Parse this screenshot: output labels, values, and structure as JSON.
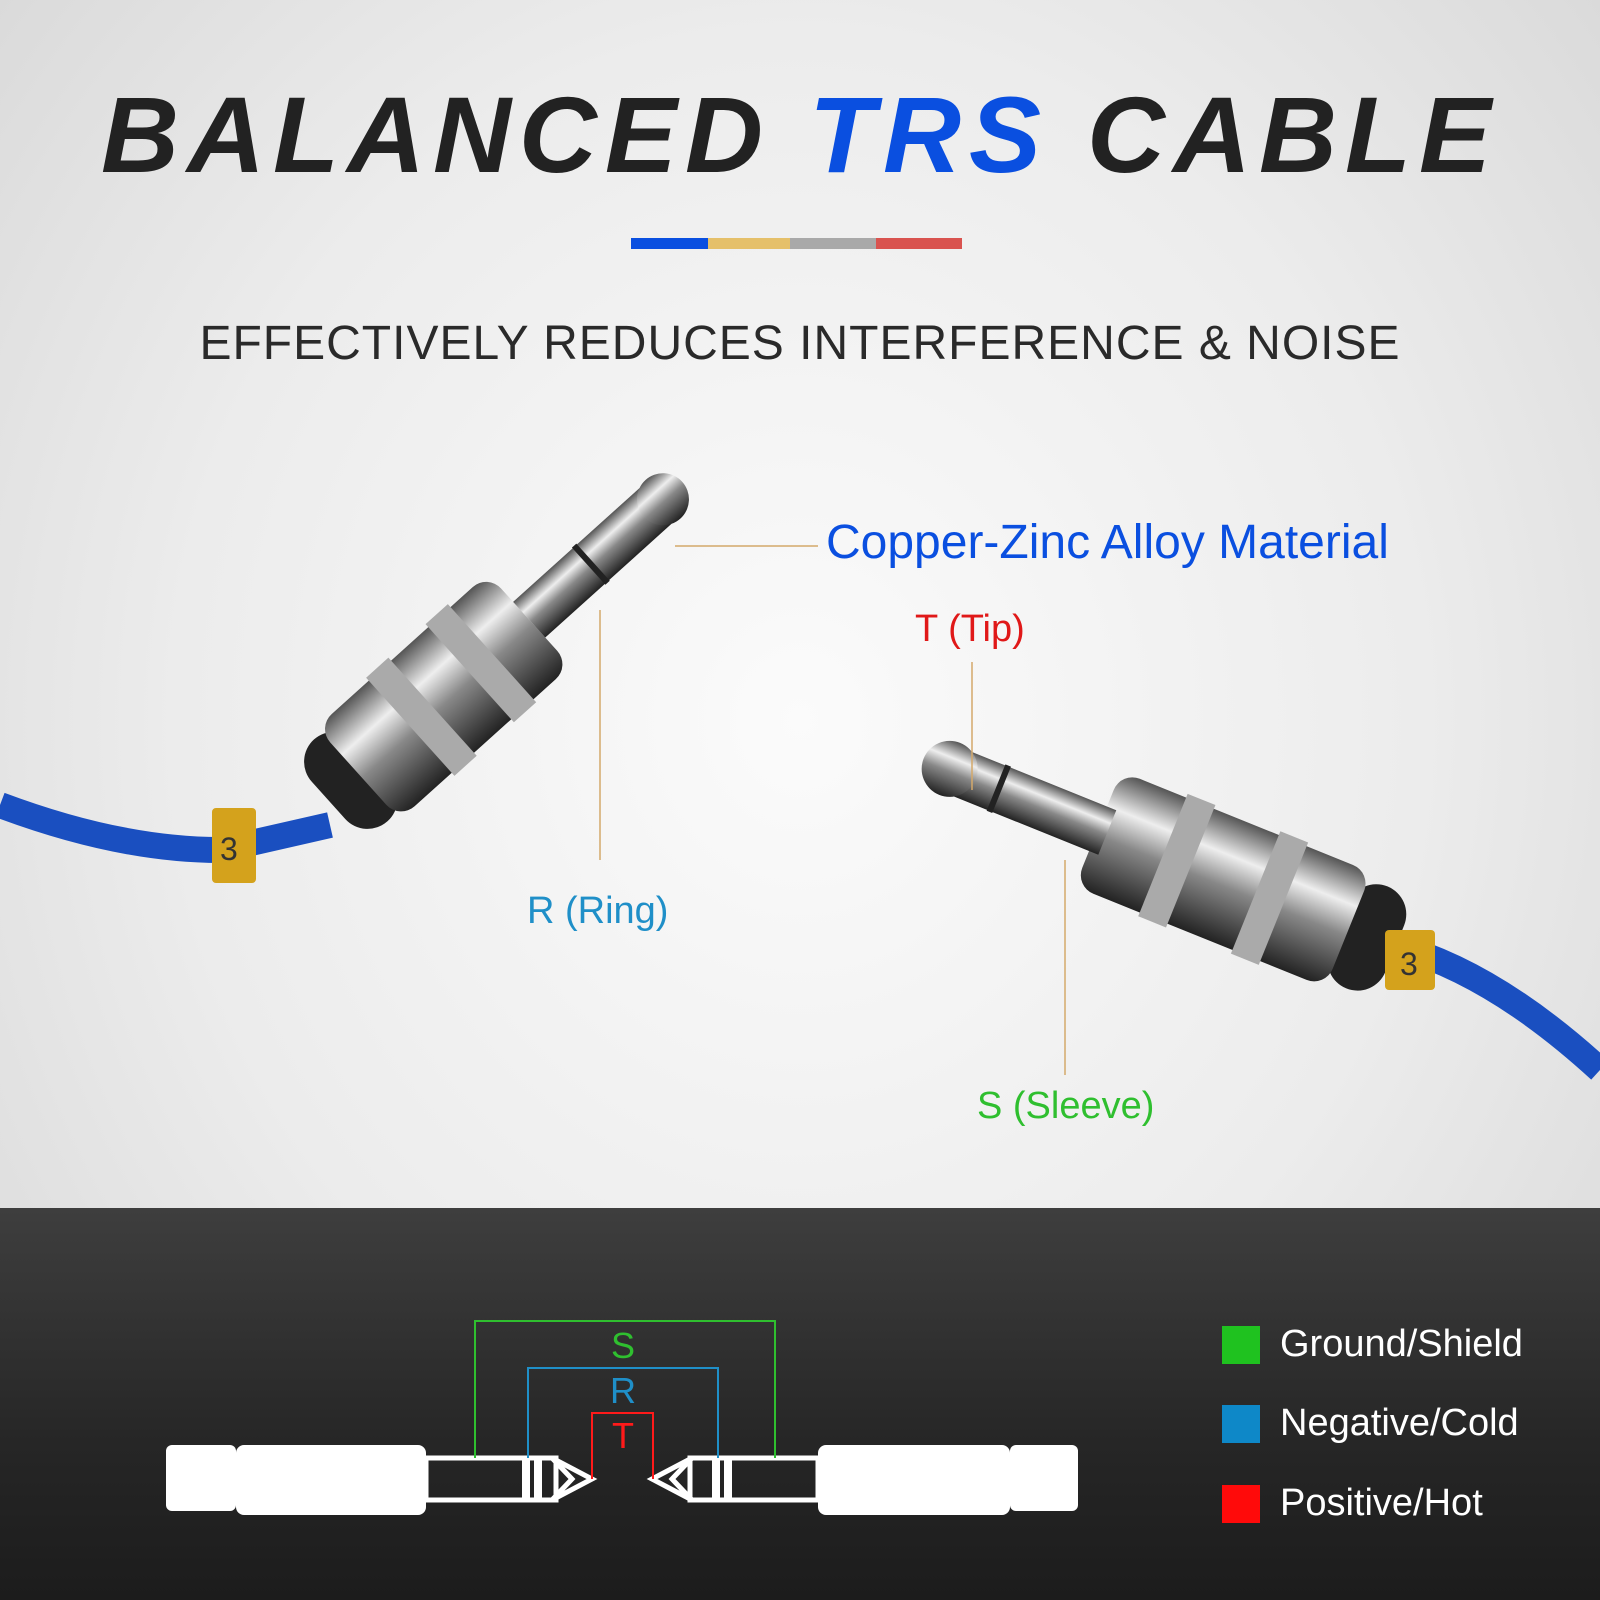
{
  "title": {
    "part1": "BALANCED",
    "part2": "TRS",
    "part3": "CABLE"
  },
  "subtitle": "EFFECTIVELY REDUCES INTERFERENCE & NOISE",
  "color_bar": [
    "#0a4fe0",
    "#e5c06a",
    "#a9a9a9",
    "#d9534f"
  ],
  "callouts": {
    "material": "Copper-Zinc Alloy Material",
    "tip": "T (Tip)",
    "ring": "R (Ring)",
    "sleeve": "S (Sleeve)"
  },
  "cable_marker": "3",
  "diagram": {
    "s": "S",
    "r": "R",
    "t": "T"
  },
  "legend": [
    {
      "label": "Ground/Shield",
      "color": "#1fc21f"
    },
    {
      "label": "Negative/Cold",
      "color": "#0e88c8"
    },
    {
      "label": "Positive/Hot",
      "color": "#ff0a0a"
    }
  ]
}
